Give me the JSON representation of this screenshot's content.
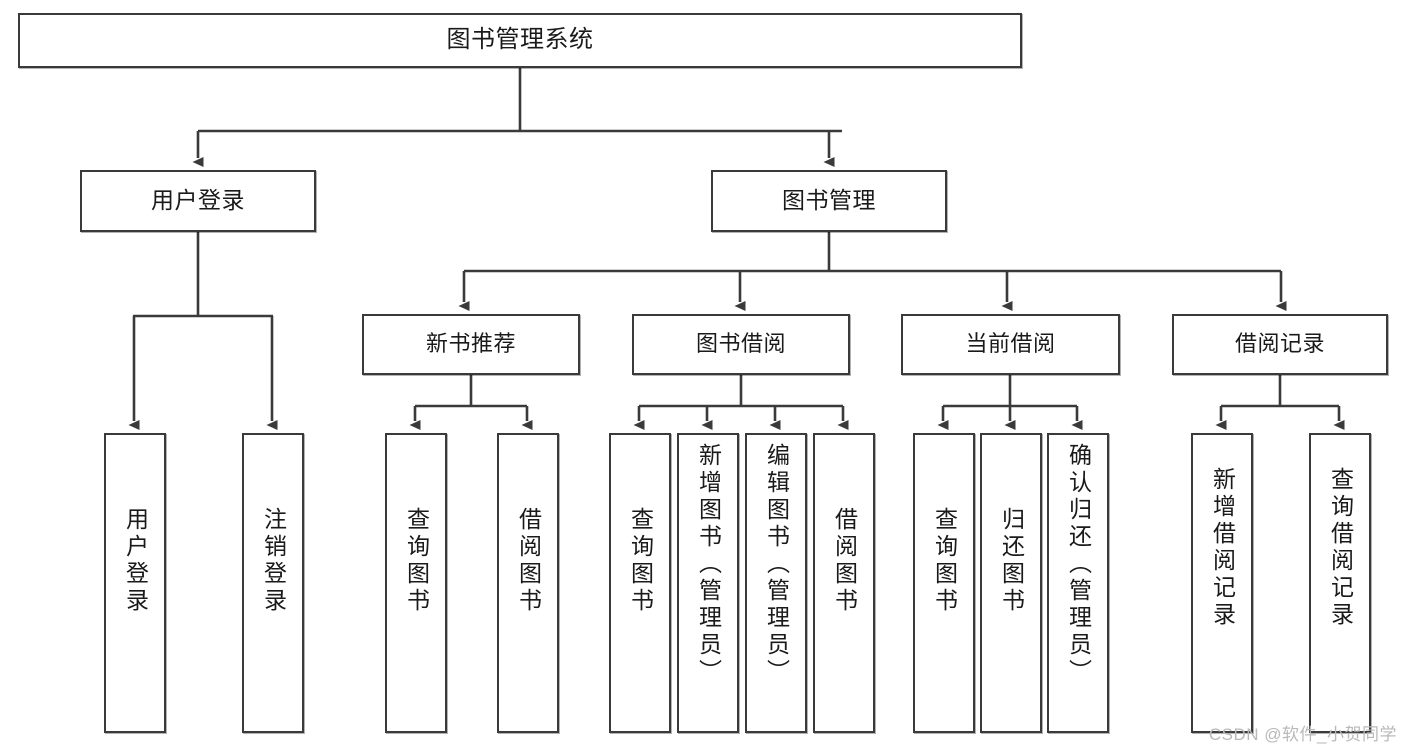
{
  "diagram": {
    "type": "tree-hierarchy",
    "title": "图书管理系统",
    "root": {
      "label": "图书管理系统"
    },
    "level2": [
      {
        "label": "用户登录"
      },
      {
        "label": "图书管理"
      }
    ],
    "level3": [
      {
        "label": "新书推荐"
      },
      {
        "label": "图书借阅"
      },
      {
        "label": "当前借阅"
      },
      {
        "label": "借阅记录"
      }
    ],
    "leaves": {
      "user_login": [
        {
          "label": "用户登录"
        },
        {
          "label": "注销登录"
        }
      ],
      "new_book_recommend": [
        {
          "label": "查询图书"
        },
        {
          "label": "借阅图书"
        }
      ],
      "book_borrow": [
        {
          "label": "查询图书"
        },
        {
          "label": "新增图书（管理员）"
        },
        {
          "label": "编辑图书（管理员）"
        },
        {
          "label": "借阅图书"
        }
      ],
      "current_borrow": [
        {
          "label": "查询图书"
        },
        {
          "label": "归还图书"
        },
        {
          "label": "确认归还（管理员）"
        }
      ],
      "borrow_record": [
        {
          "label": "新增借阅记录"
        },
        {
          "label": "查询借阅记录"
        }
      ]
    }
  },
  "watermark": {
    "text": "CSDN @软件_小贺同学"
  },
  "colors": {
    "border": "#3a3a3a",
    "text": "#1a1a1a",
    "background": "#ffffff",
    "edge": "#3a3a3a",
    "watermark": "#b9b9b9"
  }
}
